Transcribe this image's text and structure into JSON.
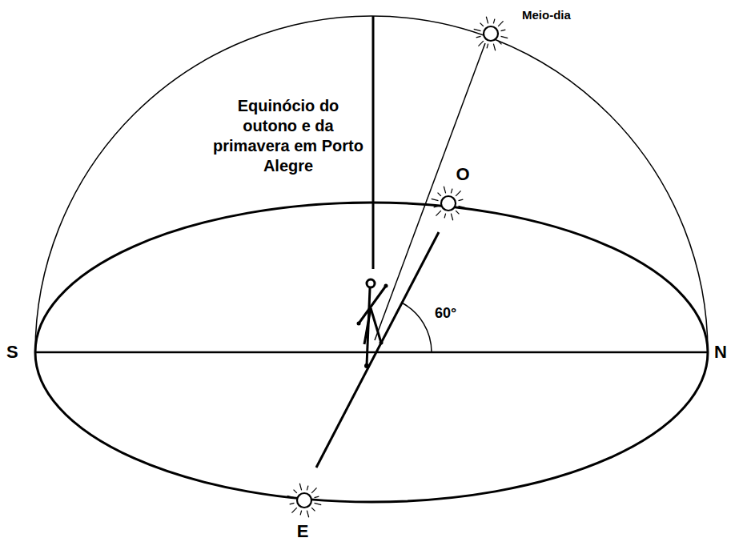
{
  "diagram": {
    "labels": [
      "Meio-dia",
      "Equinócio do outono e da primavera em Porto Alegre",
      "O",
      "60°",
      "S",
      "N",
      "E"
    ]
  }
}
